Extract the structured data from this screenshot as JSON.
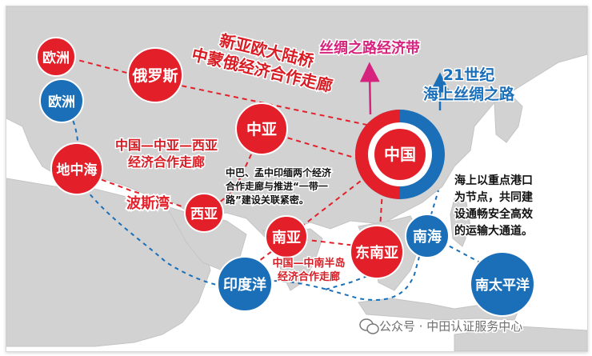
{
  "title_silk_road_belt": "丝绸之路经济带",
  "title_maritime_road": [
    "21世纪",
    "海上丝绸之路"
  ],
  "corridor_new_eurasia": [
    "新亚欧大陆桥",
    "中蒙俄经济合作走廊"
  ],
  "corridor_central_west_asia": [
    "中国—中亚—西亚",
    "经济合作走廊"
  ],
  "corridor_indochina": [
    "中国—中南半岛",
    "经济合作走廊"
  ],
  "note_cpec_bcim": [
    "中巴、孟中印缅两个经济",
    "合作走廊与推进“一带一",
    "路”建设关联紧密。"
  ],
  "note_maritime": [
    "海上以重点港口",
    "为节点，共同建",
    "设通畅安全高效",
    "的运输大通道。"
  ],
  "nodes": {
    "europe_red": "欧洲",
    "europe_blue": "欧洲",
    "russia": "俄罗斯",
    "central_asia": "中亚",
    "china": "中国",
    "mediterranean": "地中海",
    "persian_gulf": "波斯湾",
    "west_asia": "西亚",
    "south_asia": "南亚",
    "southeast_asia": "东南亚",
    "south_china_sea": "南海",
    "indian_ocean": "印度洋",
    "south_pacific": "南太平洋"
  },
  "watermark": "公众号 · 中田认证服务中心",
  "colors": {
    "land_red": "#e3202a",
    "sea_blue": "#1a6fb8",
    "magenta": "#d6237e",
    "corridor_text_red": "#d81d25",
    "sea_bg": "#ffffff",
    "land_bg": "#d2d2d2"
  }
}
